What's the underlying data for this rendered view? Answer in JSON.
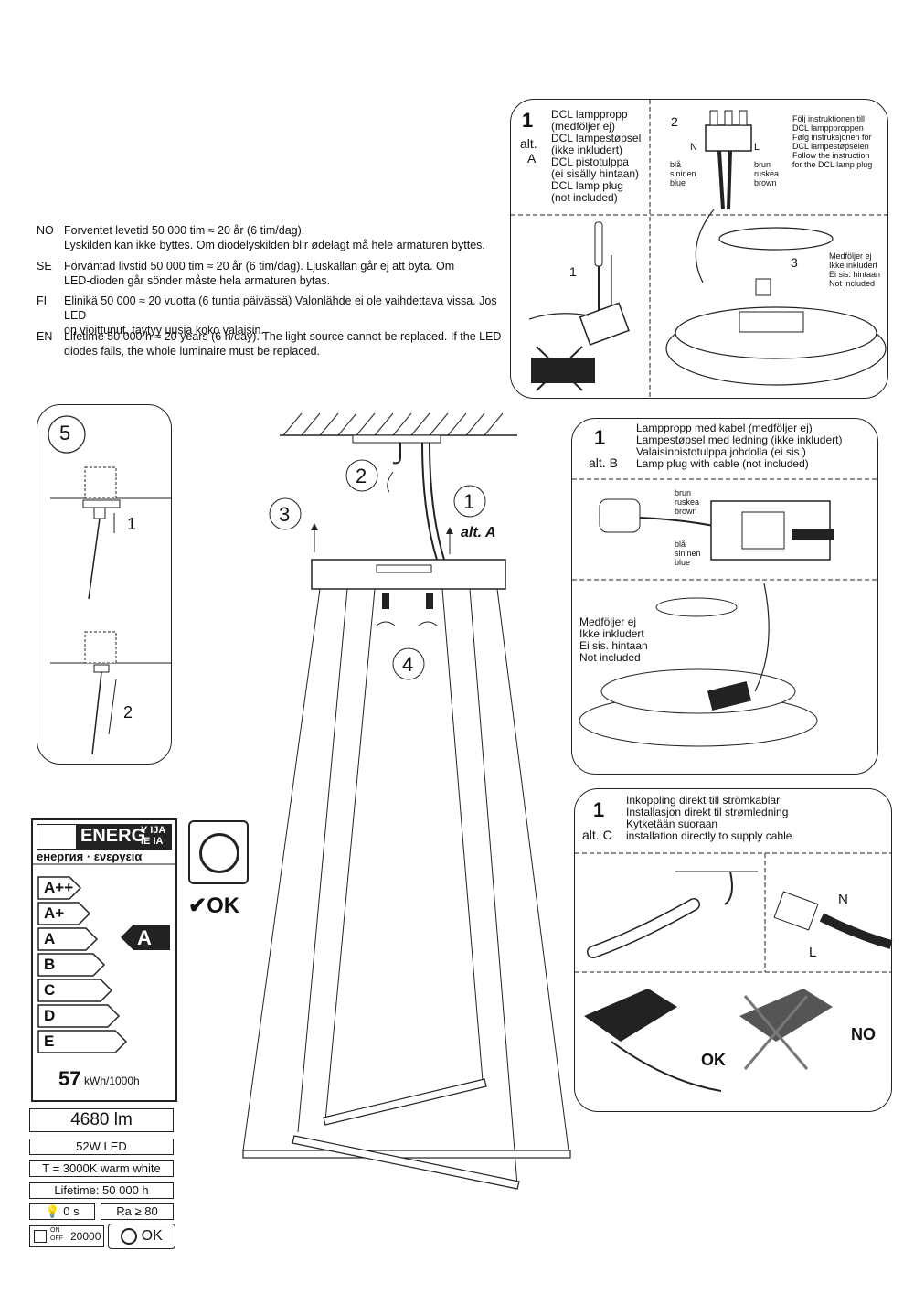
{
  "lang_notes": [
    {
      "code": "NO",
      "line1": "Forventet levetid 50 000 tim ≈ 20 år (6 tim/dag).",
      "line2": "Lyskilden kan ikke byttes. Om diodelyskilden blir ødelagt må hele armaturen byttes."
    },
    {
      "code": "SE",
      "line1": "Förväntad livstid 50 000 tim ≈ 20 år (6 tim/dag). Ljuskällan går ej att byta. Om",
      "line2": "LED-dioden går sönder måste hela armaturen bytas."
    },
    {
      "code": "FI",
      "line1": "Elinikä 50 000 ≈ 20 vuotta (6 tuntia päivässä) Valonlähde ei ole vaihdettava vissa. Jos LED",
      "line2": "on vioittunut, täytyy uusia koko valaisin."
    },
    {
      "code": "EN",
      "line1": "Lifetime 50 000 h ≈ 20 years (6 h/day). The light source cannot be replaced. If the LED",
      "line2": "diodes fails, the whole luminaire must be replaced."
    }
  ],
  "alt_a": {
    "step": "1",
    "alt_label": "alt.",
    "alt_letter": "A",
    "plug_names": [
      "DCL lamppropp",
      "(medföljer ej)",
      "DCL lampestøpsel",
      "(ikke inkludert)",
      "DCL pistotulppa",
      "(ei sisälly hintaan)",
      "DCL lamp plug",
      "(not included)"
    ],
    "step2": "2",
    "n": "N",
    "l": "L",
    "blue": [
      "blå",
      "sininen",
      "blue"
    ],
    "brown": [
      "brun",
      "ruskea",
      "brown"
    ],
    "follow": [
      "Följ instruktionen till",
      "DCL lamppproppen",
      "Følg instruksjonen for",
      "DCL lampestøpselen",
      "Follow the instruction",
      "for the DCL lamp plug"
    ],
    "step_1": "1",
    "step_3": "3",
    "not_incl": [
      "Medföljer ej",
      "Ikke inkludert",
      "Ei sis. hintaan",
      "Not included"
    ]
  },
  "alt_b": {
    "step": "1",
    "alt_label": "alt. B",
    "lines": [
      "Lamppropp med kabel (medföljer ej)",
      "Lampestøpsel med ledning (ikke inkludert)",
      "Valaisinpistotulppa johdolla (ei sis.)",
      "Lamp plug with cable (not included)"
    ],
    "brown": [
      "brun",
      "ruskea",
      "brown"
    ],
    "blue": [
      "blå",
      "sininen",
      "blue"
    ],
    "not_incl": [
      "Medföljer ej",
      "Ikke inkludert",
      "Ei sis. hintaan",
      "Not included"
    ]
  },
  "alt_c": {
    "step": "1",
    "alt_label": "alt. C",
    "lines": [
      "Inkoppling direkt till strömkablar",
      "Installasjon direkt til strømledning",
      "Kytketään suoraan",
      "installation directly to supply cable"
    ],
    "n": "N",
    "l": "L",
    "ok": "OK",
    "no": "NO"
  },
  "main_diagram": {
    "c1": "1",
    "c2": "2",
    "c3": "3",
    "c4": "4",
    "c5": "5",
    "alt_a": "alt. A",
    "detail_1": "1",
    "detail_2": "2"
  },
  "energy": {
    "header": "ENERG",
    "suffix_top": "Y IJA",
    "suffix_bottom": "IE IA",
    "subtitle": "енергия · ενεργεια",
    "classes": [
      "A++",
      "A+",
      "A",
      "B",
      "C",
      "D",
      "E"
    ],
    "selected": "A",
    "kwh": "57",
    "kwh_unit": "kWh/1000h",
    "dim_ok": "OK"
  },
  "specs": {
    "lumen": "4680 lm",
    "power": "52W  LED",
    "temp": "T = 3000K warm white",
    "lifetime": "Lifetime: 50 000 h",
    "startup": "0 s",
    "ra": "Ra ≥ 80",
    "on_off_on": "ON",
    "on_off_off": "OFF",
    "switch_cycles": "20000",
    "dim_ok": "OK"
  }
}
